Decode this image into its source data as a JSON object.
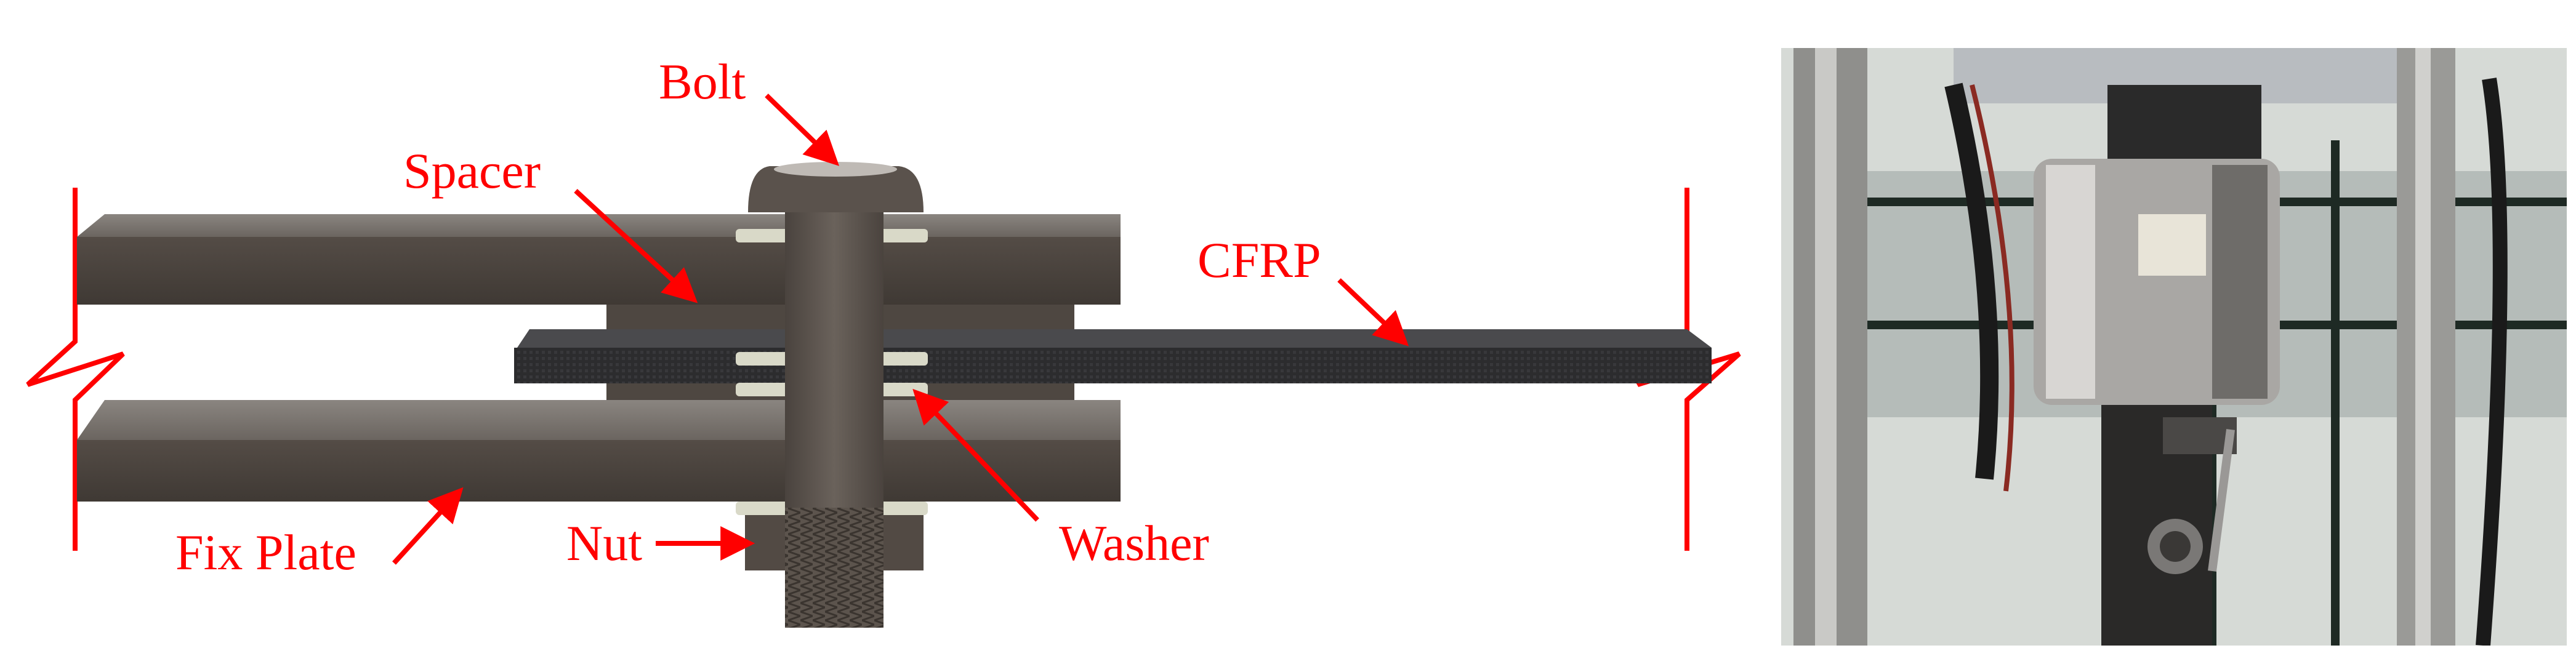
{
  "labels": {
    "bolt": "Bolt",
    "spacer": "Spacer",
    "cfrp": "CFRP",
    "fix_plate": "Fix Plate",
    "nut": "Nut",
    "washer": "Washer"
  },
  "colors": {
    "annotation": "#ff0000",
    "steel_dark": "#4a4440",
    "steel_mid": "#5a524c",
    "cfrp": "#2f2f31",
    "washer": "#d9d9c8"
  },
  "photo": {
    "description_icon": "test-rig-photo"
  }
}
